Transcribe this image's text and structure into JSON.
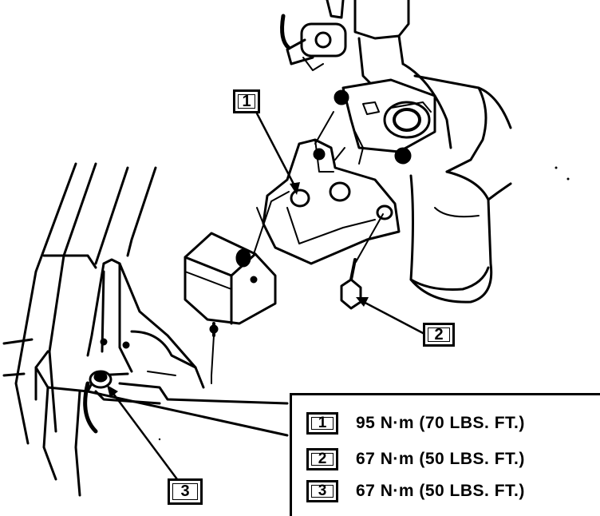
{
  "callouts": [
    {
      "id": "1",
      "label": "1"
    },
    {
      "id": "2",
      "label": "2"
    },
    {
      "id": "3",
      "label": "3"
    }
  ],
  "legend": [
    {
      "num": "1",
      "spec": "95 N·m (70 LBS. FT.)"
    },
    {
      "num": "2",
      "spec": "67 N·m (50 LBS. FT.)"
    },
    {
      "num": "3",
      "spec": "67 N·m (50 LBS. FT.)"
    }
  ]
}
